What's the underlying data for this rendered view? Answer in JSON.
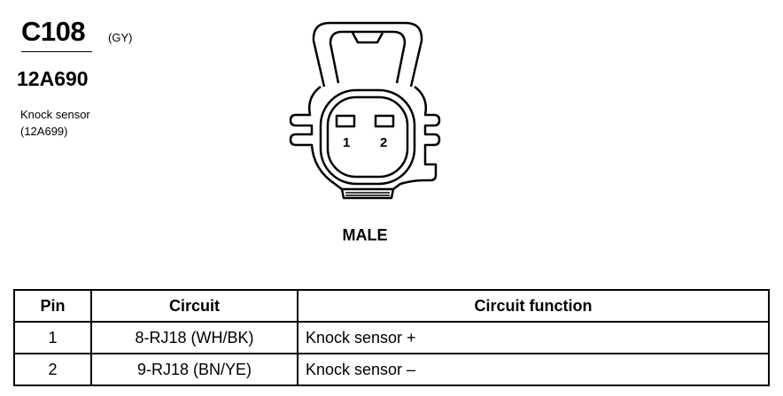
{
  "header": {
    "connector_id": "C108",
    "connector_color": "(GY)",
    "part_number": "12A690",
    "component_name": "Knock sensor",
    "component_part": "(12A699)"
  },
  "connector": {
    "gender": "MALE",
    "pins": [
      "1",
      "2"
    ]
  },
  "table": {
    "headers": [
      "Pin",
      "Circuit",
      "Circuit function"
    ],
    "rows": [
      {
        "pin": "1",
        "circuit": "8-RJ18 (WH/BK)",
        "function": "Knock sensor  +"
      },
      {
        "pin": "2",
        "circuit": "9-RJ18 (BN/YE)",
        "function": "Knock sensor  –"
      }
    ]
  }
}
